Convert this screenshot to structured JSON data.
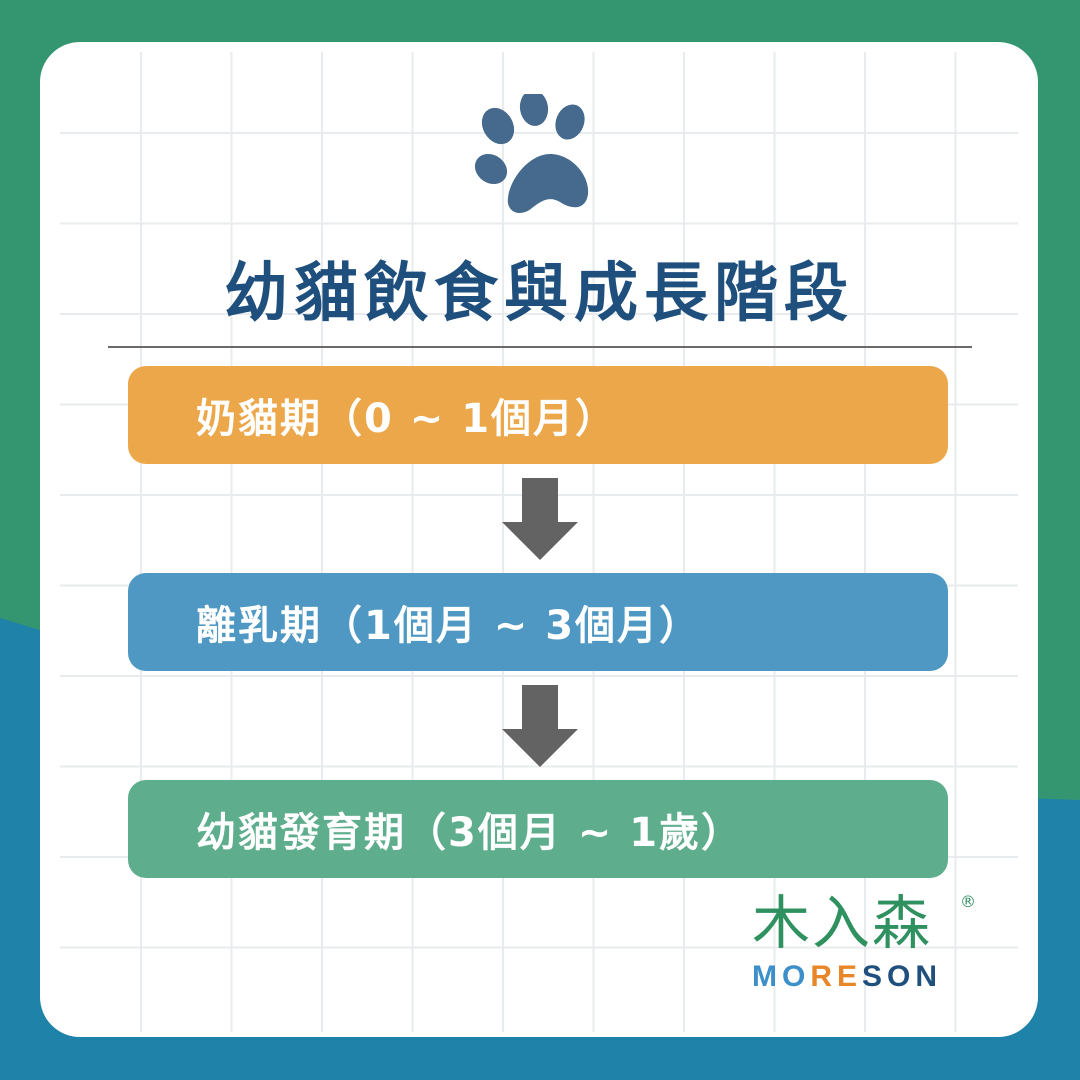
{
  "title": "幼貓飲食與成長階段",
  "stages": [
    {
      "label": "奶貓期（0 ~ 1個月）",
      "color": "#eba749"
    },
    {
      "label": "離乳期（1個月 ~ 3個月）",
      "color": "#4e98c3"
    },
    {
      "label": "幼貓發育期（3個月 ~ 1歲）",
      "color": "#5ead8c"
    }
  ],
  "logo": {
    "chinese": "木入森",
    "registered": "®",
    "english_parts": [
      {
        "text": "MO",
        "color": "#3d8fc9"
      },
      {
        "text": "RE",
        "color": "#e8862a"
      },
      {
        "text": "SON",
        "color": "#1f4f7d"
      }
    ]
  },
  "icons": {
    "header": "paw-print-icon",
    "connector": "arrow-down-icon"
  },
  "colors": {
    "background_green": "#339670",
    "background_blue": "#1f82a8",
    "title": "#1f4f7d",
    "paw": "#456a8d",
    "arrow": "#636363"
  }
}
